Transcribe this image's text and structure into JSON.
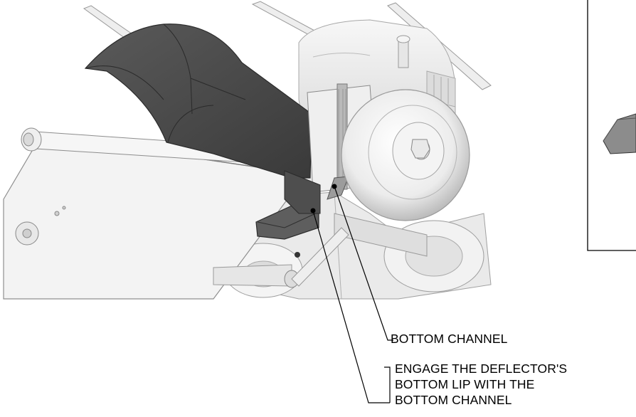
{
  "callouts": {
    "bottom_channel": "BOTTOM CHANNEL",
    "engage_lines": [
      "ENGAGE THE DEFLECTOR'S",
      "BOTTOM LIP WITH THE",
      "BOTTOM CHANNEL"
    ]
  },
  "colors": {
    "line": "#000000",
    "deflector_dark": "#4a4a4a",
    "deflector_mid": "#6b6b6b",
    "body_light": "#f1f1f1",
    "shade": "#cfcfcf"
  }
}
